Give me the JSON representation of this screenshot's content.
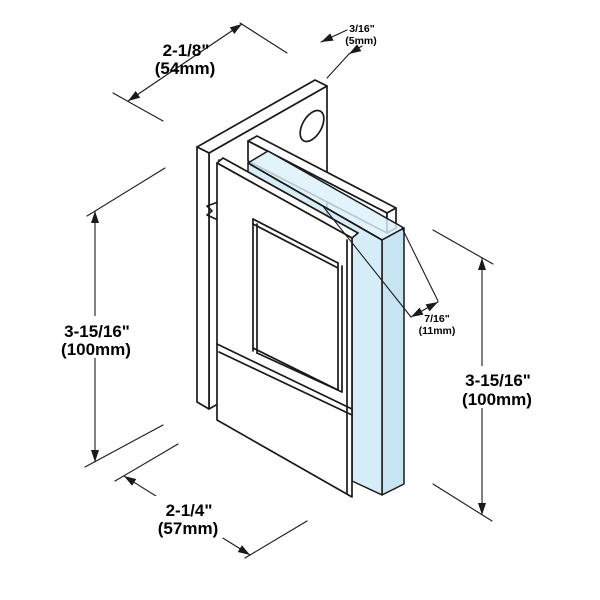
{
  "drawing": {
    "type": "isometric technical diagram",
    "subject": "wall-mount glass door hinge with glass panel"
  },
  "colors": {
    "background": "#ffffff",
    "line": "#1a1a1a",
    "glass_front": "#cde9f6",
    "glass_top": "#dcf0fa",
    "glass_side": "#b9deee"
  },
  "dimensions": {
    "plate_width": {
      "inches": "2-1/8\"",
      "metric": "(54mm)"
    },
    "plate_thickness": {
      "inches": "3/16\"",
      "metric": "(5mm)"
    },
    "plate_height": {
      "inches": "3-15/16\"",
      "metric": "(100mm)"
    },
    "glass_thickness": {
      "inches": "7/16\"",
      "metric": "(11mm)"
    },
    "glass_height": {
      "inches": "3-15/16\"",
      "metric": "(100mm)"
    },
    "body_depth": {
      "inches": "2-1/4\"",
      "metric": "(57mm)"
    }
  }
}
